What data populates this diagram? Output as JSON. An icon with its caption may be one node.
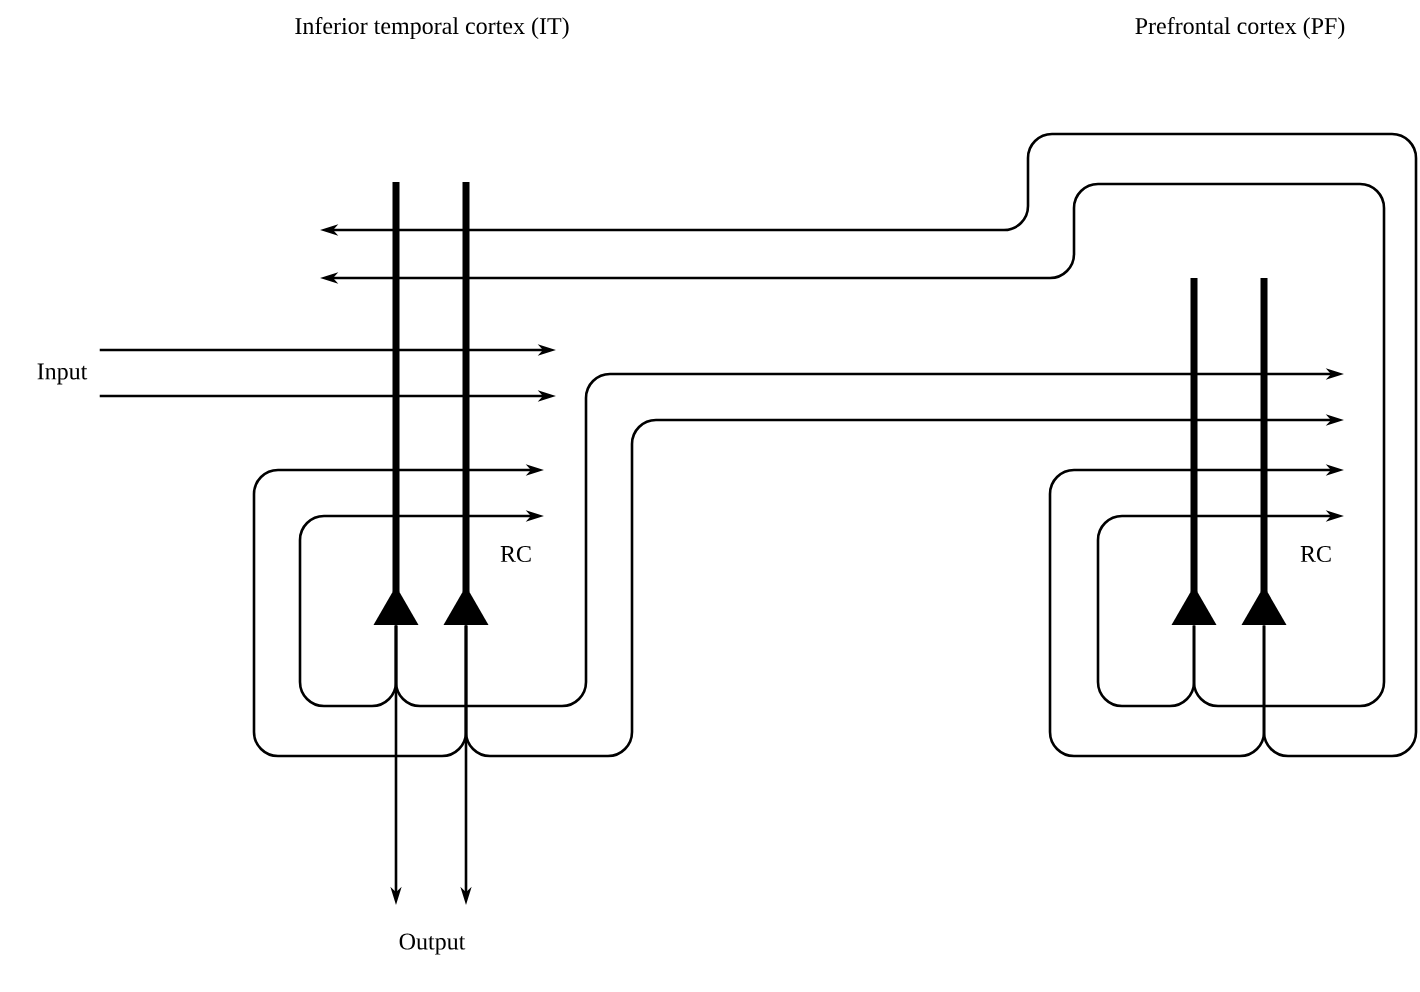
{
  "diagram": {
    "nodes": [
      {
        "text": [
          "Input"
        ]
      },
      {
        "text": [
          "Output"
        ]
      },
      {
        "text": [],
        "shape": "triangle"
      },
      {
        "text": [],
        "shape": "triangle"
      },
      {
        "text": [],
        "shape": "triangle"
      },
      {
        "text": [],
        "shape": "triangle"
      }
    ],
    "edges": [
      {
        "from": 0,
        "to": null,
        "arrow": "to"
      },
      {
        "from": 0,
        "to": null,
        "arrow": "to"
      },
      {
        "from": 2,
        "to": null,
        "arrow": "to",
        "label": "RC"
      },
      {
        "from": 2,
        "to": null,
        "arrow": "to"
      },
      {
        "from": 2,
        "to": 1,
        "arrow": "to"
      },
      {
        "from": 3,
        "to": null,
        "arrow": "to"
      },
      {
        "from": 3,
        "to": null,
        "arrow": "to"
      },
      {
        "from": 3,
        "to": 1,
        "arrow": "to"
      },
      {
        "from": 4,
        "to": null,
        "arrow": "to",
        "label": "RC"
      },
      {
        "from": 4,
        "to": null,
        "arrow": "to"
      },
      {
        "from": 5,
        "to": null,
        "arrow": "to"
      },
      {
        "from": 5,
        "to": null,
        "arrow": "to"
      }
    ],
    "labels": [
      "Inferior temporal cortex (IT)",
      "Prefrontal cortex (PF)"
    ]
  }
}
